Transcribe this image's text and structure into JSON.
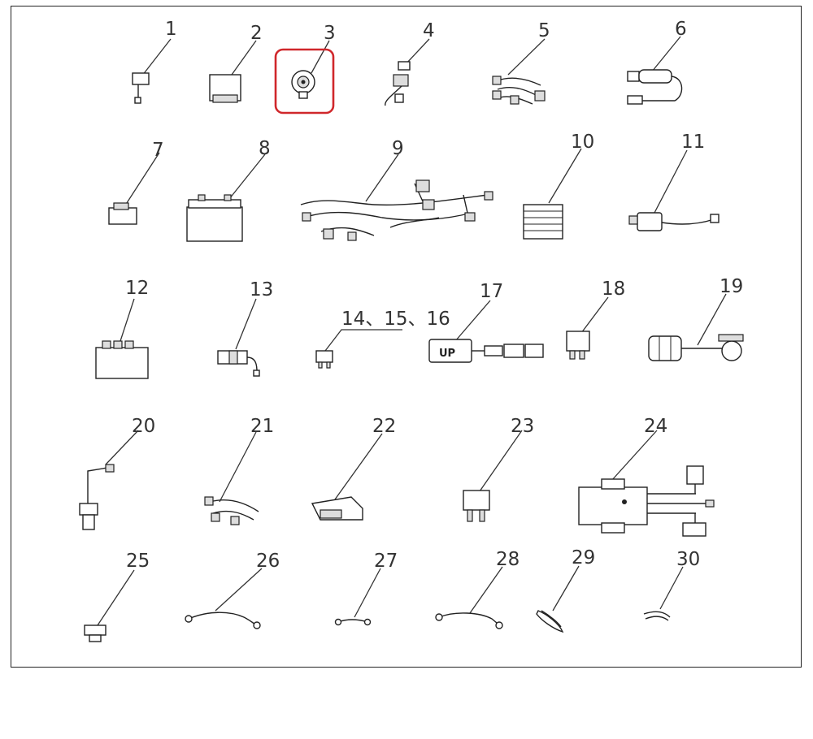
{
  "diagram": {
    "labels": {
      "p1": "1",
      "p2": "2",
      "p3": "3",
      "p4": "4",
      "p5": "5",
      "p6": "6",
      "p7": "7",
      "p8": "8",
      "p9": "9",
      "p10": "10",
      "p11": "11",
      "p12": "12",
      "p13": "13",
      "p14_16": "14、15、16",
      "p17": "17",
      "p18": "18",
      "p19": "19",
      "p20": "20",
      "p21": "21",
      "p22": "22",
      "p23": "23",
      "p24": "24",
      "p25": "25",
      "p26": "26",
      "p27": "27",
      "p28": "28",
      "p29": "29",
      "p30": "30"
    },
    "part17_marking": "UP",
    "highlight_color": "#d0272b",
    "line_color": "#333333"
  }
}
